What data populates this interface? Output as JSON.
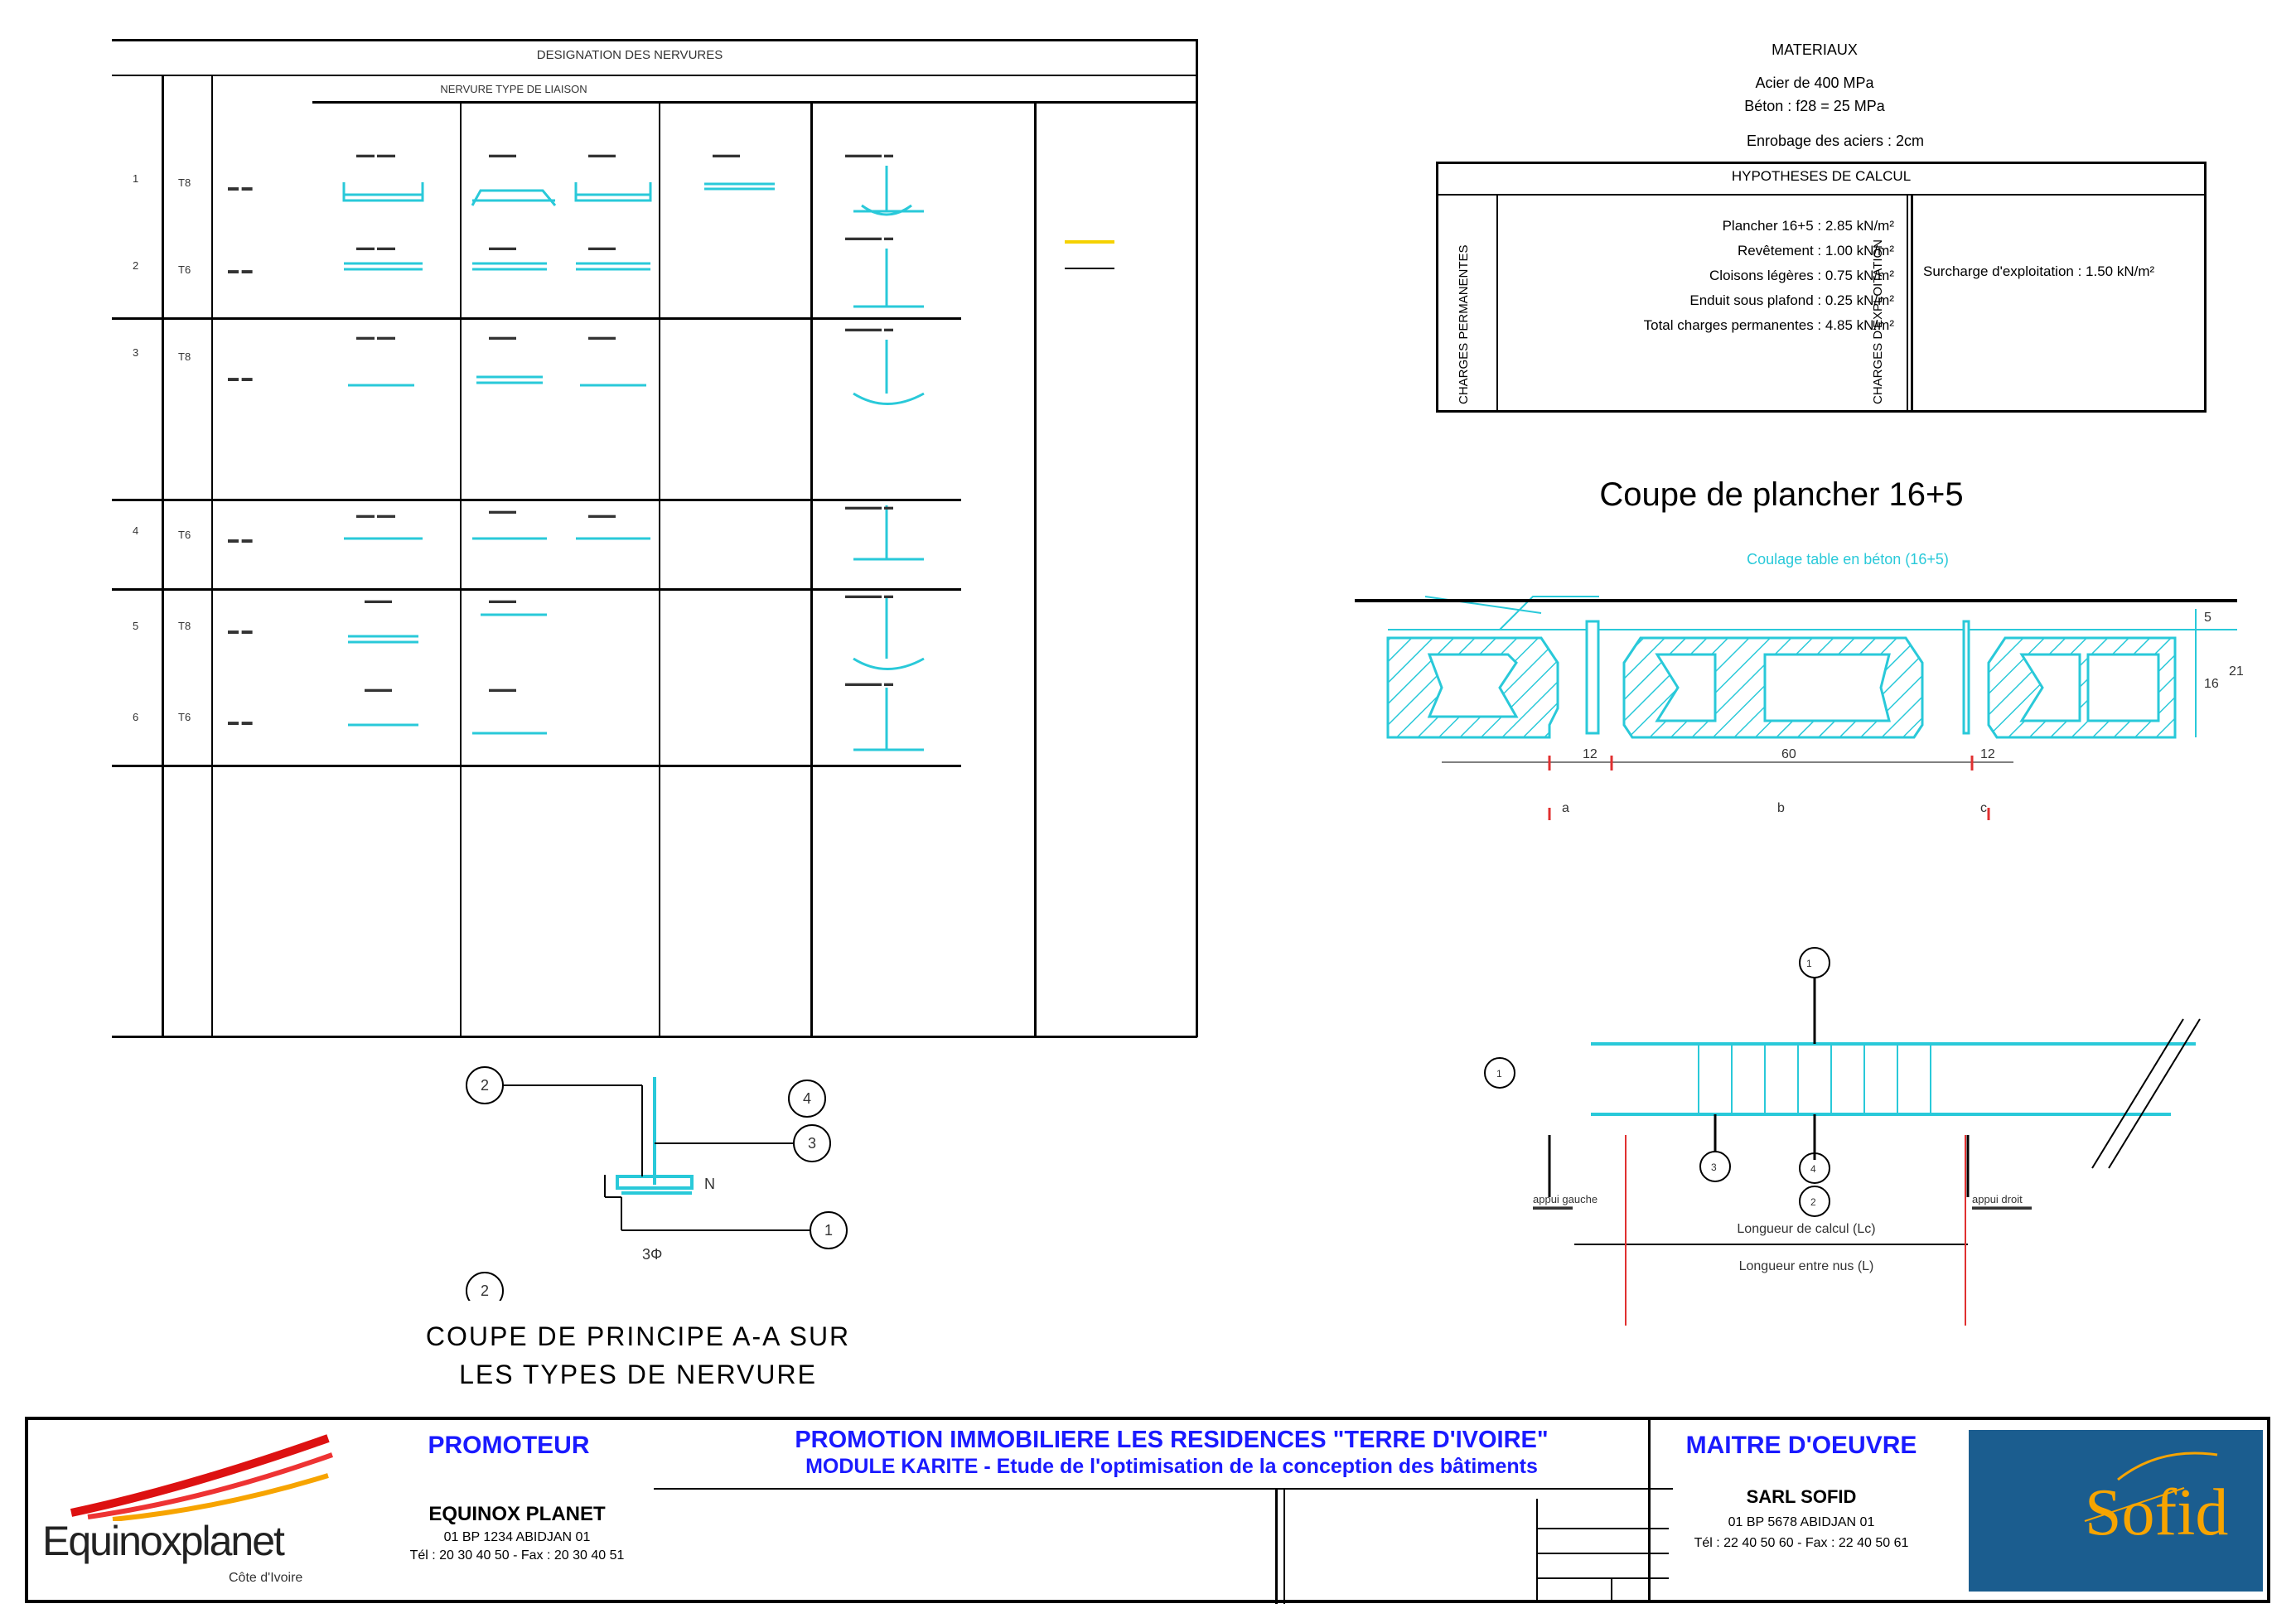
{
  "table": {
    "header": "DESIGNATION DES NERVURES",
    "subheader": "NERVURE TYPE DE LIAISON"
  },
  "materials": {
    "title": "MATERIAUX",
    "line1": "Acier de 400 MPa",
    "line2": "Béton : f28 = 25 MPa",
    "line3": "Enrobage des aciers : 2cm"
  },
  "hypotheses": {
    "title": "HYPOTHESES DE CALCUL",
    "left_label": "CHARGES PERMANENTES",
    "right_label": "CHARGES D'EXPLOITATION",
    "items": [
      "Plancher 16+5 : 2.85 kN/m²",
      "Revêtement : 1.00 kN/m²",
      "Cloisons légères : 0.75 kN/m²",
      "Enduit sous plafond : 0.25 kN/m²",
      "Total charges permanentes : 4.85 kN/m²"
    ],
    "right_item": "Surcharge d'exploitation : 1.50 kN/m²"
  },
  "section_title": "Coupe de plancher 16+5",
  "section_label": "Coulage table en béton (16+5)",
  "bottom_caption_line1": "COUPE DE PRINCIPE A-A SUR",
  "bottom_caption_line2": "LES TYPES DE NERVURE",
  "beam_labels": {
    "left_support": "appui gauche",
    "right_support": "appui droit",
    "span_calc": "Longueur de calcul (Lc)",
    "span_total": "Longueur entre nus (L)"
  },
  "cartouche": {
    "logo_main": "Equinoxplanet",
    "logo_sub": "Côte d'Ivoire",
    "promoteur_label": "PROMOTEUR",
    "promoteur_name": "EQUINOX PLANET",
    "promoteur_addr": "01 BP 1234 ABIDJAN 01",
    "promoteur_tel": "Tél : 20 30 40 50 - Fax : 20 30 40 51",
    "project_line1": "PROMOTION IMMOBILIERE LES RESIDENCES \"TERRE D'IVOIRE\"",
    "project_line2": "MODULE KARITE - Etude de l'optimisation de la conception des bâtiments",
    "moe_label": "MAITRE D'OEUVRE",
    "moe_name": "SARL SOFID",
    "moe_addr": "01 BP 5678 ABIDJAN 01",
    "moe_tel": "Tél : 22 40 50 60 - Fax : 22 40 50 61",
    "sofid_logo": "Sofid"
  }
}
